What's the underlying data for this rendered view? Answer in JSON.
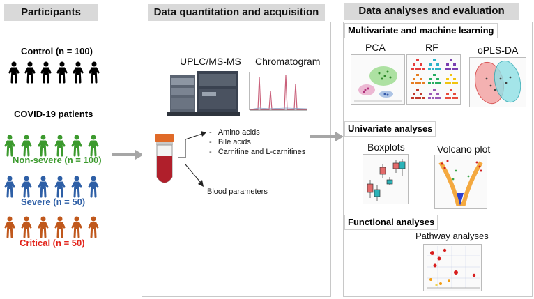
{
  "headers": {
    "participants": "Participants",
    "acquisition": "Data quantitation and acquisition",
    "analyses": "Data analyses and evaluation"
  },
  "participants": {
    "control": {
      "label": "Control (n = 100)",
      "color": "#000000"
    },
    "covid_title": "COVID-19 patients",
    "non_severe": {
      "label": "Non-severe  (n = 100)",
      "color": "#3c9a2e"
    },
    "severe": {
      "label": "Severe  (n = 50)",
      "color": "#2e5fa6"
    },
    "critical": {
      "label": "Critical  (n = 50)",
      "color": "#c0581c",
      "text_color": "#e2231a"
    }
  },
  "acquisition": {
    "instrument": "UPLC/MS-MS",
    "chromatogram": "Chromatogram",
    "items": [
      "Amino acids",
      "Bile acids",
      "Carnitine and L-carnitines"
    ],
    "blood": "Blood parameters"
  },
  "analyses": {
    "multivariate": "Multivariate and machine learning",
    "pca": "PCA",
    "rf": "RF",
    "oplsda": "oPLS-DA",
    "univariate": "Univariate analyses",
    "boxplots": "Boxplots",
    "volcano": "Volcano plot",
    "functional": "Functional analyses",
    "pathway": "Pathway analyses"
  }
}
